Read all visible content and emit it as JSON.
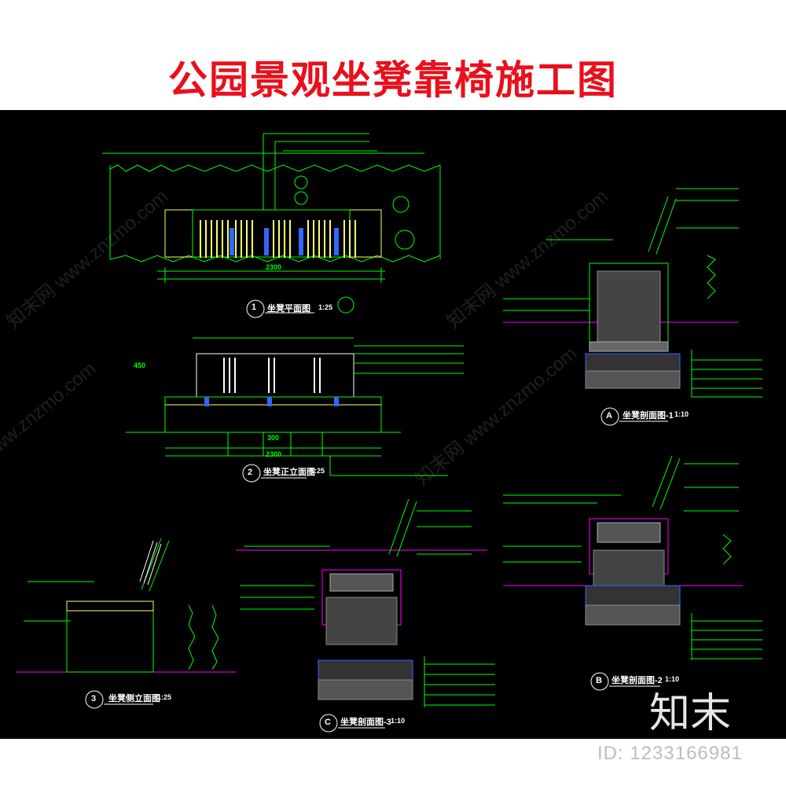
{
  "title": "公园景观坐凳靠椅施工图",
  "brand": "知末",
  "id_text": "ID: 1233166981",
  "watermarks": [
    "知末网 www.znzmo.com",
    "知末网 www.znzmo.com",
    "www.znzmo.com",
    "知末网 www.znzmo.com"
  ],
  "colors": {
    "title": "#e8101c",
    "background": "#000000",
    "line_green": "#00ff00",
    "line_yellow": "#ffff66",
    "line_magenta": "#ff00ff",
    "line_blue": "#3366ff",
    "text_white": "#ffffff"
  },
  "drawings": [
    {
      "number": "1",
      "caption": "坐凳平面图",
      "scale": "1:25"
    },
    {
      "number": "2",
      "caption": "坐凳正立面图",
      "scale": "1:25"
    },
    {
      "number": "3",
      "caption": "坐凳侧立面图",
      "scale": "1:25"
    },
    {
      "number": "A",
      "caption": "坐凳剖面图-1",
      "scale": "1:10"
    },
    {
      "number": "B",
      "caption": "坐凳剖面图-2",
      "scale": "1:10"
    },
    {
      "number": "C",
      "caption": "坐凳剖面图-3",
      "scale": "1:10"
    }
  ],
  "dimensions": {
    "plan_total": "2300",
    "elev_total": "2300",
    "elev_mid": "300",
    "elev_height": "450"
  }
}
